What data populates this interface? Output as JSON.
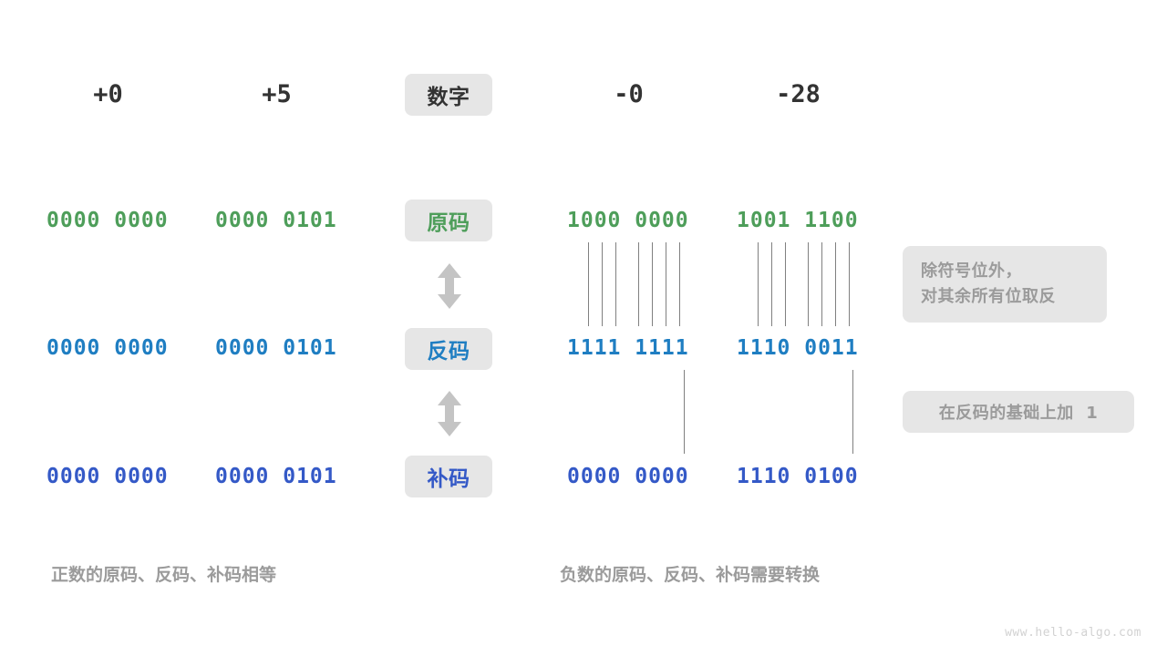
{
  "page": {
    "background": "#ffffff",
    "watermark": "www.hello-algo.com"
  },
  "colors": {
    "sign_magnitude": "#4e9e5a",
    "ones_complement": "#1f7ec2",
    "twos_complement": "#3459c7",
    "badge_bg": "#e6e6e6",
    "note_text": "#9b9b9b",
    "header_text": "#333333",
    "connector_line": "#808080",
    "arrow": "#c4c4c4"
  },
  "headers": {
    "col1": "+0",
    "col2": "+5",
    "center": "数字",
    "col3": "-0",
    "col4": "-28"
  },
  "row_labels": {
    "sign_magnitude": "原码",
    "ones_complement": "反码",
    "twos_complement": "补码"
  },
  "rows": [
    {
      "key": "sign_magnitude",
      "label": "原码",
      "color": "#4e9e5a",
      "cells": {
        "plus0": "0000 0000",
        "plus5": "0000 0101",
        "minus0": "1000 0000",
        "minus28": "1001 1100"
      }
    },
    {
      "key": "ones_complement",
      "label": "反码",
      "color": "#1f7ec2",
      "cells": {
        "plus0": "0000 0000",
        "plus5": "0000 0101",
        "minus0": "1111 1111",
        "minus28": "1110 0011"
      }
    },
    {
      "key": "twos_complement",
      "label": "补码",
      "color": "#3459c7",
      "cells": {
        "plus0": "0000 0000",
        "plus5": "0000 0101",
        "minus0": "0000 0000",
        "minus28": "1110 0100"
      }
    }
  ],
  "notes": {
    "invert_line1": "除符号位外，",
    "invert_line2": "对其余所有位取反",
    "plus_one": "在反码的基础上加  1"
  },
  "captions": {
    "left": "正数的原码、反码、补码相等",
    "right": "负数的原码、反码、补码需要转换"
  },
  "arrows": {
    "between_yuan_fan": "double-headed-vertical-arrow",
    "between_fan_bu": "double-headed-vertical-arrow"
  }
}
